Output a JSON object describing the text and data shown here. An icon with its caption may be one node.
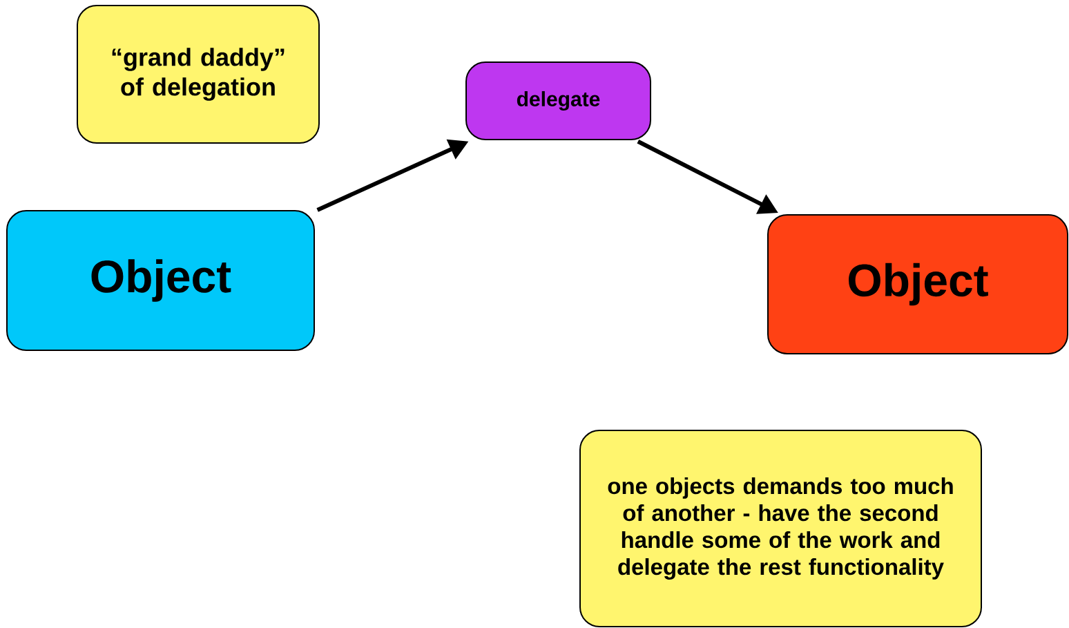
{
  "diagram": {
    "nodes": [
      {
        "text": [
          "“grand daddy” of delegation"
        ]
      },
      {
        "text": [
          "Object"
        ]
      },
      {
        "text": [
          "delegate"
        ]
      },
      {
        "text": [
          "Object"
        ]
      },
      {
        "text": [
          "one objects demands too much of another - have the second handle some of the work and delegate the rest functionality"
        ]
      }
    ],
    "edges": [
      {
        "from": 1,
        "to": 2,
        "arrow": "to"
      },
      {
        "from": 2,
        "to": 3,
        "arrow": "to"
      }
    ]
  }
}
